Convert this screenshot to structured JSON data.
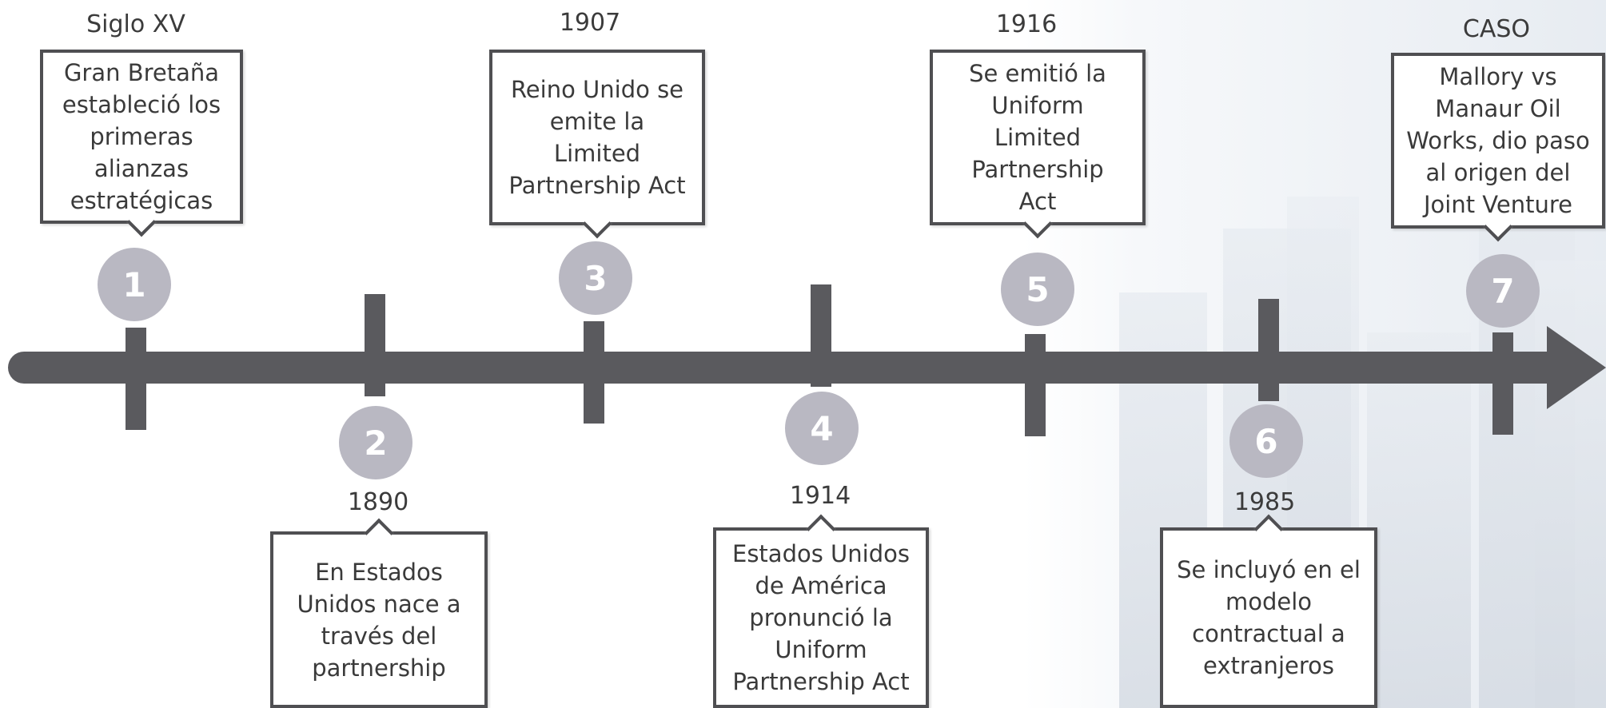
{
  "events": [
    {
      "number": "1",
      "label": "Siglo XV",
      "text": "Gran Bretaña\nestableció los\nprimeras\nalianzas\nestratégicas"
    },
    {
      "number": "2",
      "label": "1890",
      "text": "En Estados\nUnidos nace a\ntravés del\npartnership"
    },
    {
      "number": "3",
      "label": "1907",
      "text": "Reino Unido se\nemite la\nLimited\nPartnership Act"
    },
    {
      "number": "4",
      "label": "1914",
      "text": "Estados Unidos\nde América\npronunció la\nUniform\nPartnership Act"
    },
    {
      "number": "5",
      "label": "1916",
      "text": "Se emitió la\nUniform\nLimited\nPartnership\nAct"
    },
    {
      "number": "6",
      "label": "1985",
      "text": "Se incluyó  en el\nmodelo\ncontractual a\nextranjeros"
    },
    {
      "number": "7",
      "label": "CASO",
      "text": "Mallory vs\nManaur Oil\nWorks, dio paso\nal origen del\nJoint Venture"
    }
  ],
  "colors": {
    "axis": "#5a5a5e",
    "marker": "#b9b8c2",
    "border": "#4f4f52"
  }
}
